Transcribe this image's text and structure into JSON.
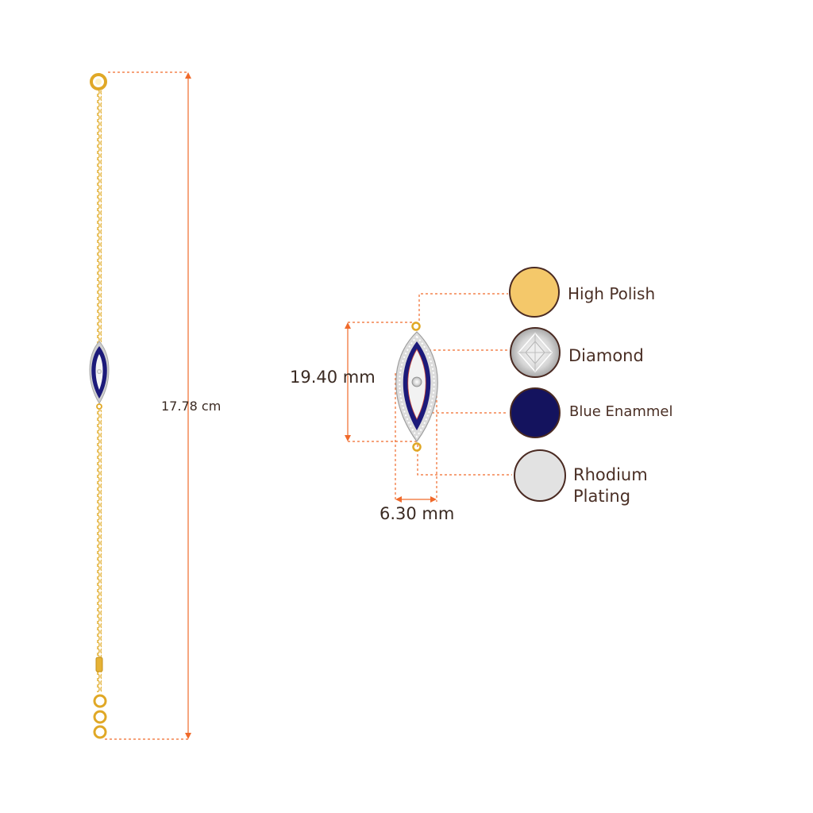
{
  "measurements": {
    "total_length": "17.78 cm",
    "pendant_height": "19.40 mm",
    "pendant_width": "6.30 mm"
  },
  "materials": [
    {
      "label": "High Polish",
      "swatch": "#f4c86a"
    },
    {
      "label": "Diamond",
      "swatch": "#d9d9d9"
    },
    {
      "label": "Blue Enammel",
      "swatch": "#14135e"
    },
    {
      "label": "Rhodium Plating",
      "swatch": "#e2e2e2"
    }
  ],
  "colors": {
    "dimension_line": "#f06a2b",
    "gold": "#e8b531",
    "enamel": "#1c1a7a",
    "label_text": "#4a2f25"
  }
}
